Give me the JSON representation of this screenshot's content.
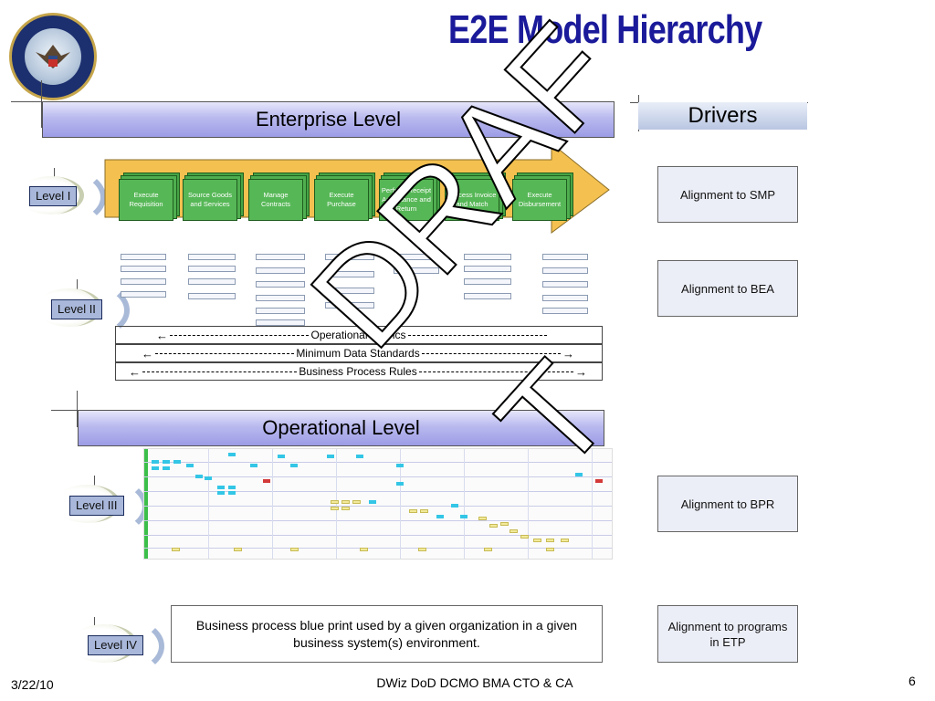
{
  "slide": {
    "title": "E2E Model Hierarchy",
    "page_number": "6",
    "date": "3/22/10",
    "footer_center": "DWiz DoD DCMO BMA CTO & CA"
  },
  "bands": {
    "enterprise": "Enterprise Level",
    "operational": "Operational Level"
  },
  "drivers": {
    "header": "Drivers",
    "items": [
      "Alignment to SMP",
      "Alignment to BEA",
      "Alignment to BPR",
      "Alignment to programs in ETP"
    ]
  },
  "levels": [
    "Level I",
    "Level II",
    "Level III",
    "Level IV"
  ],
  "processes": [
    "Execute Requisition",
    "Source Goods and Services",
    "Manage Contracts",
    "Execute Purchase",
    "Perform Receipt Acceptance and Return",
    "Process Invoice and Match",
    "Execute Disbursement"
  ],
  "metrics": {
    "row1": "Operational Metrics",
    "row2": "Minimum Data Standards",
    "row3": "Business Process Rules"
  },
  "level4_text": "Business process blue print used by a given organization in a given business system(s) environment.",
  "watermark": {
    "line1": "DRAF",
    "line2": "T"
  },
  "colors": {
    "title": "#1a1a9a",
    "process_box": "#56b756",
    "arrow_fill": "#f4c150",
    "band_fill": "#b9b9ef",
    "level_tag": "#a9b8da"
  },
  "icons": {
    "seal": "dod-seal-icon"
  }
}
